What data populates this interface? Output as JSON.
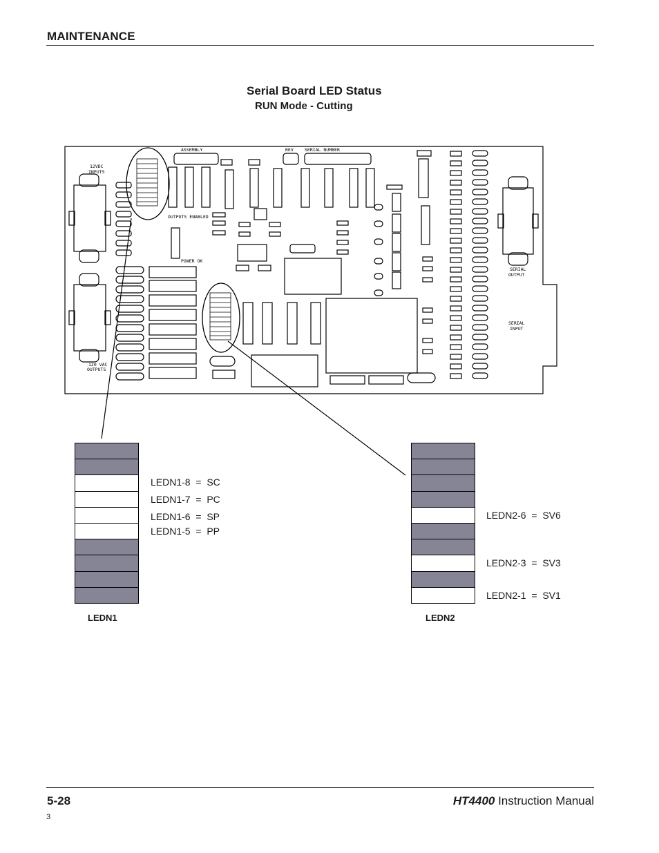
{
  "header": {
    "section": "MAINTENANCE"
  },
  "figure": {
    "title": "Serial Board LED Status",
    "subtitle": "RUN Mode - Cutting",
    "board_labels": {
      "assembly": "ASSEMBLY",
      "rev": "REV",
      "serial_number": "SERIAL NUMBER",
      "inputs_12vdc": [
        "12VDC",
        "INPUTS"
      ],
      "outputs_120vac": [
        "120 VAC",
        "OUTPUTS"
      ],
      "outputs_enabled": "OUTPUTS ENABLED",
      "power_ok": "POWER OK",
      "serial_output": [
        "SERIAL",
        "OUTPUT"
      ],
      "serial_input": [
        "SERIAL",
        "INPUT"
      ]
    }
  },
  "ledn1": {
    "caption": "LEDN1",
    "states": [
      "on",
      "on",
      "off",
      "off",
      "off",
      "off",
      "on",
      "on",
      "on",
      "on"
    ],
    "labels": [
      "LEDN1-8  =  SC",
      "LEDN1-7  =  PC",
      "LEDN1-6  =  SP",
      "LEDN1-5  =  PP"
    ]
  },
  "ledn2": {
    "caption": "LEDN2",
    "states": [
      "on",
      "on",
      "on",
      "on",
      "off",
      "on",
      "on",
      "off",
      "on",
      "off"
    ],
    "labels": [
      "LEDN2-6  =  SV6",
      "LEDN2-3  =  SV3",
      "LEDN2-1  =  SV1"
    ]
  },
  "footer": {
    "page_number": "5-28",
    "manual_model": "HT4400",
    "manual_title": " Instruction Manual",
    "sheet": "3"
  }
}
